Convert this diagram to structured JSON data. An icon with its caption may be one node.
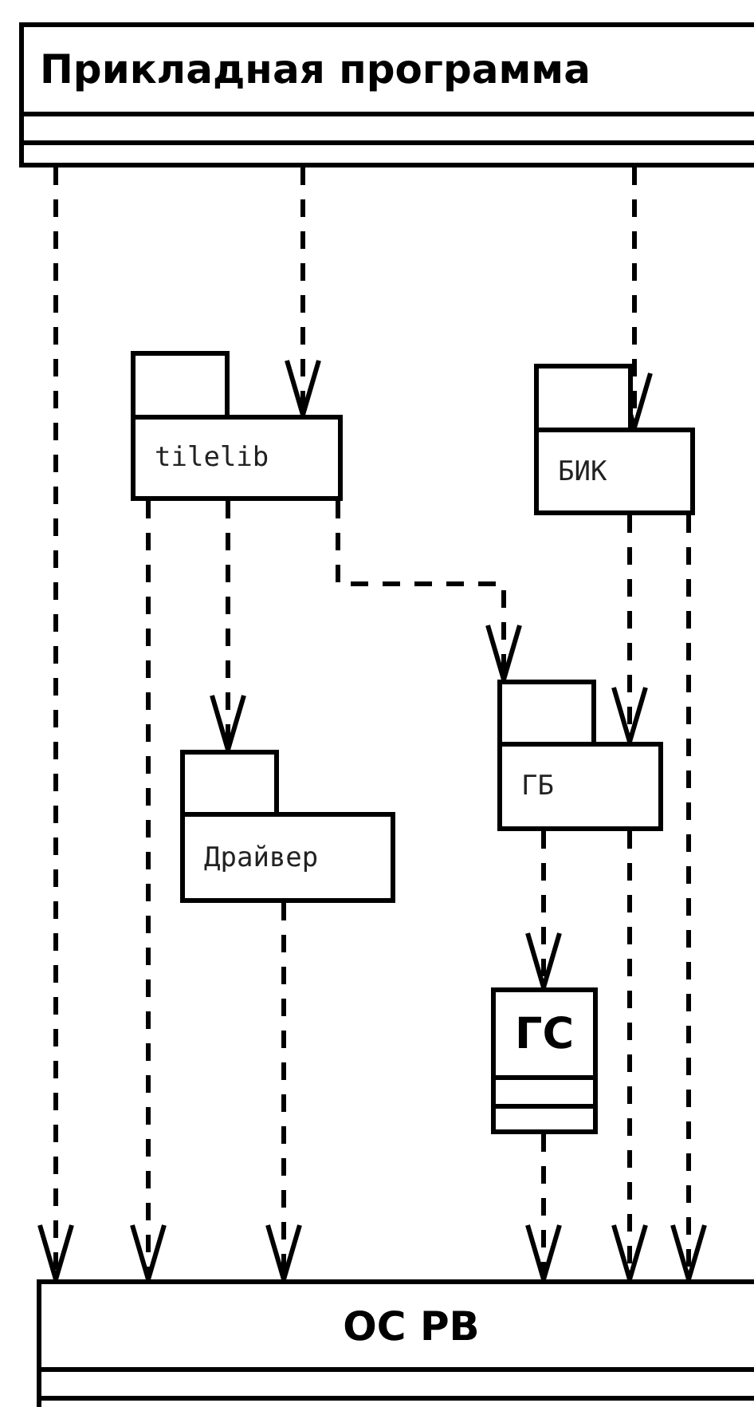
{
  "diagram": {
    "nodes": [
      {
        "text": [
          "Прикладная программа"
        ]
      },
      {
        "text": [
          "tilelib"
        ]
      },
      {
        "text": [
          "БИК"
        ]
      },
      {
        "text": [
          "Драйвер"
        ]
      },
      {
        "text": [
          "ГБ"
        ]
      },
      {
        "text": [
          "ГС"
        ]
      },
      {
        "text": [
          "ОС РВ"
        ]
      }
    ],
    "edges": [
      {
        "from": 0,
        "to": 6,
        "arrow": "to",
        "style": "dashed"
      },
      {
        "from": 0,
        "to": 1,
        "arrow": "to",
        "style": "dashed"
      },
      {
        "from": 0,
        "to": 2,
        "arrow": "to",
        "style": "dashed"
      },
      {
        "from": 1,
        "to": 6,
        "arrow": "to",
        "style": "dashed"
      },
      {
        "from": 1,
        "to": 3,
        "arrow": "to",
        "style": "dashed"
      },
      {
        "from": 1,
        "to": 4,
        "arrow": "to",
        "style": "dashed"
      },
      {
        "from": 2,
        "to": 4,
        "arrow": "to",
        "style": "dashed"
      },
      {
        "from": 2,
        "to": 6,
        "arrow": "to",
        "style": "dashed"
      },
      {
        "from": 3,
        "to": 6,
        "arrow": "to",
        "style": "dashed"
      },
      {
        "from": 4,
        "to": 5,
        "arrow": "to",
        "style": "dashed"
      },
      {
        "from": 4,
        "to": 6,
        "arrow": "to",
        "style": "dashed"
      },
      {
        "from": 5,
        "to": 6,
        "arrow": "to",
        "style": "dashed"
      }
    ]
  }
}
